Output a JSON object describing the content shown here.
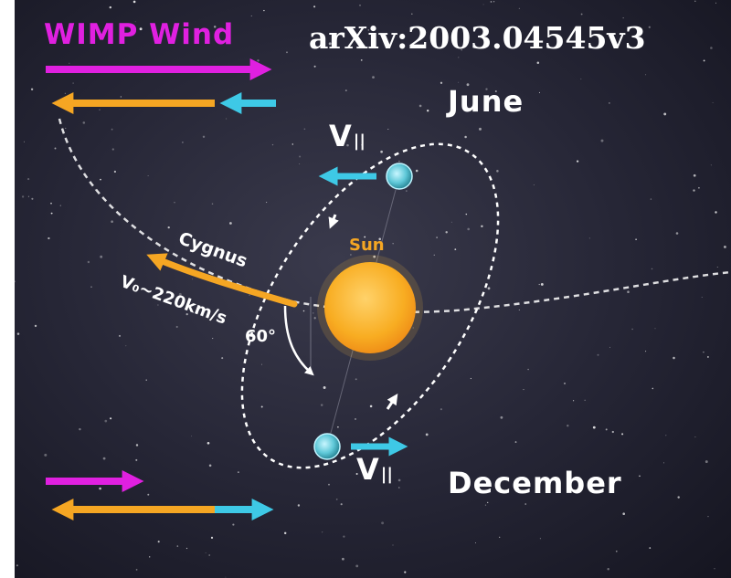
{
  "title": "WIMP Wind",
  "arxiv_id": "arXiv:2003.04545v3",
  "labels": {
    "june": "June",
    "december": "December",
    "sun": "Sun",
    "v_parallel": "V",
    "v_parallel_sub": "||",
    "cygnus": "Cygnus",
    "velocity": "V₀~220km/s",
    "angle": "60°"
  },
  "colors": {
    "wimp": "#e020e0",
    "galactic": "#f5a623",
    "earth": "#3ec9e6",
    "sun": "#f7b12a",
    "background": "#1c1c2c"
  }
}
